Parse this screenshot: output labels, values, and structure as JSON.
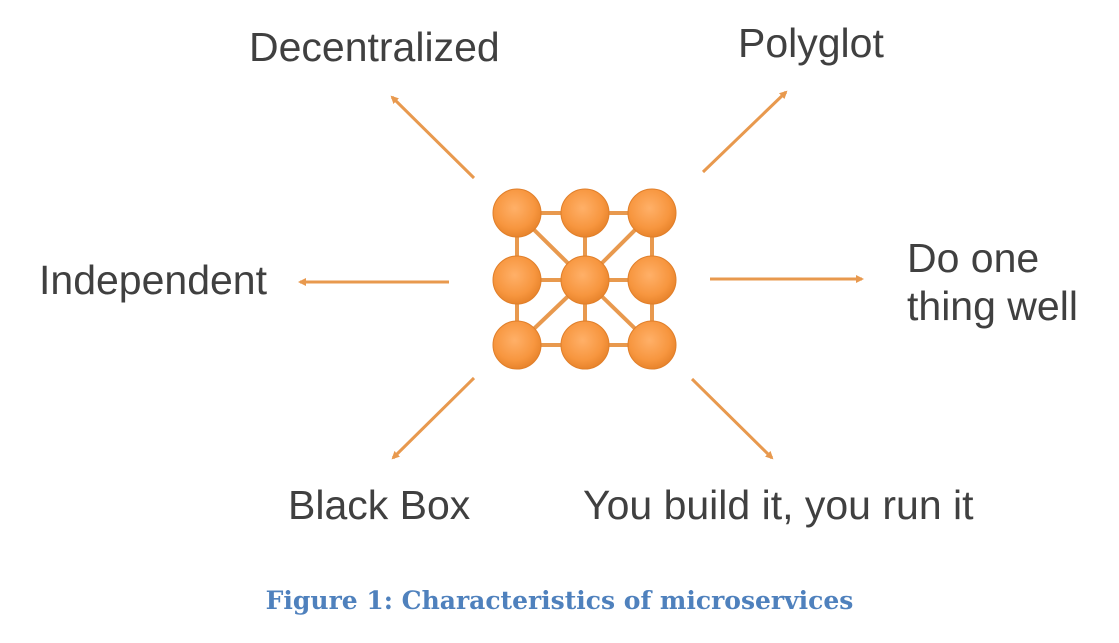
{
  "figure": {
    "caption": "Figure 1: Characteristics of microservices",
    "caption_color": "#4f81bd",
    "accent_color": "#f7963f",
    "edge_color": "#e8994e",
    "text_color": "#404040"
  },
  "characteristics": [
    {
      "id": "decentralized",
      "label": "Decentralized",
      "direction": "up-left"
    },
    {
      "id": "polyglot",
      "label": "Polyglot",
      "direction": "up-right"
    },
    {
      "id": "independent",
      "label": "Independent",
      "direction": "left"
    },
    {
      "id": "do-one-thing-well",
      "label": "Do one thing well",
      "lines": [
        "Do one",
        "thing well"
      ],
      "direction": "right"
    },
    {
      "id": "black-box",
      "label": "Black Box",
      "direction": "down-left"
    },
    {
      "id": "you-build-it",
      "label": "You build it, you run it",
      "direction": "down-right"
    }
  ],
  "network": {
    "grid_size": 3,
    "node_count": 9,
    "edges": [
      [
        0,
        1
      ],
      [
        1,
        2
      ],
      [
        3,
        4
      ],
      [
        4,
        5
      ],
      [
        6,
        7
      ],
      [
        7,
        8
      ],
      [
        0,
        3
      ],
      [
        3,
        6
      ],
      [
        1,
        4
      ],
      [
        4,
        7
      ],
      [
        2,
        5
      ],
      [
        5,
        8
      ],
      [
        4,
        0
      ],
      [
        4,
        2
      ],
      [
        4,
        6
      ],
      [
        4,
        8
      ]
    ]
  }
}
